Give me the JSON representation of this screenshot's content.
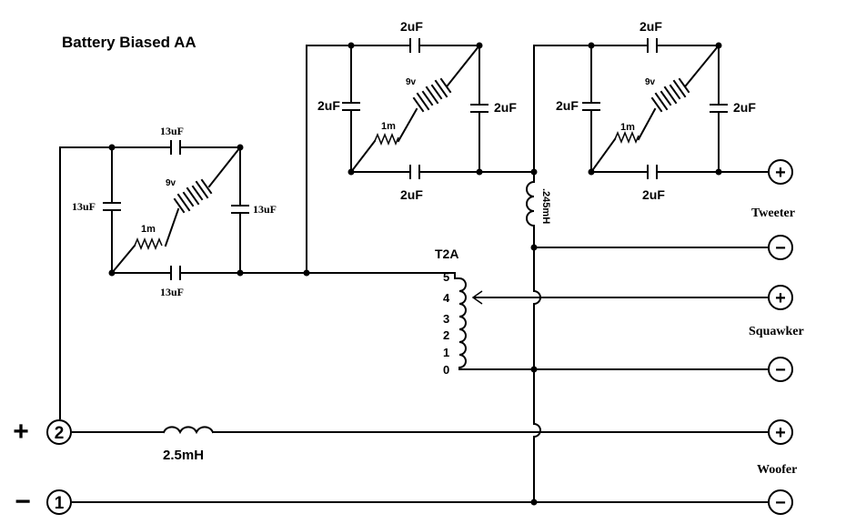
{
  "title": "Battery Biased AA",
  "network1": {
    "cap_top": "13uF",
    "cap_left": "13uF",
    "cap_right": "13uF",
    "cap_bottom": "13uF",
    "battery": "9v",
    "resistor": "1m"
  },
  "network2": {
    "cap_top": "2uF",
    "cap_left": "2uF",
    "cap_right": "2uF",
    "cap_bottom": "2uF",
    "battery": "9v",
    "resistor": "1m"
  },
  "network3": {
    "cap_top": "2uF",
    "cap_left": "2uF",
    "cap_right": "2uF",
    "cap_bottom": "2uF",
    "battery": "9v",
    "resistor": "1m"
  },
  "inductor_tweeter": ".245mH",
  "inductor_woofer": "2.5mH",
  "transformer": {
    "name": "T2A",
    "taps": [
      "5",
      "4",
      "3",
      "2",
      "1",
      "0"
    ]
  },
  "inputs": {
    "plus_sign": "+",
    "minus_sign": "−",
    "plus_number": "2",
    "minus_number": "1"
  },
  "outputs": {
    "plus_symbol": "+",
    "minus_symbol": "−",
    "tweeter": "Tweeter",
    "squawker": "Squawker",
    "woofer": "Woofer"
  }
}
